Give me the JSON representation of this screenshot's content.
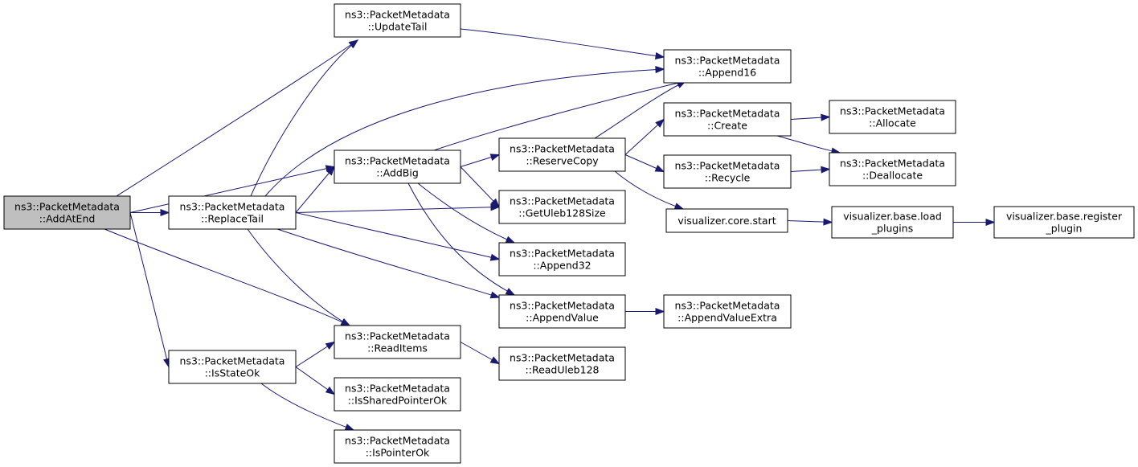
{
  "diagram": {
    "type": "call-graph",
    "colors": {
      "edge": "#191970",
      "node_fill": "#ffffff",
      "root_fill": "#bfbfbf",
      "node_border": "#000000"
    },
    "nodes": [
      {
        "id": "addatend",
        "lines": [
          "ns3::PacketMetadata",
          "::AddAtEnd"
        ],
        "root": true
      },
      {
        "id": "replacetail",
        "lines": [
          "ns3::PacketMetadata",
          "::ReplaceTail"
        ]
      },
      {
        "id": "isstateok",
        "lines": [
          "ns3::PacketMetadata",
          "::IsStateOk"
        ]
      },
      {
        "id": "updatetail",
        "lines": [
          "ns3::PacketMetadata",
          "::UpdateTail"
        ]
      },
      {
        "id": "addbig",
        "lines": [
          "ns3::PacketMetadata",
          "::AddBig"
        ]
      },
      {
        "id": "readitems",
        "lines": [
          "ns3::PacketMetadata",
          "::ReadItems"
        ]
      },
      {
        "id": "issharedpointerok",
        "lines": [
          "ns3::PacketMetadata",
          "::IsSharedPointerOk"
        ]
      },
      {
        "id": "ispointerok",
        "lines": [
          "ns3::PacketMetadata",
          "::IsPointerOk"
        ]
      },
      {
        "id": "reservecopy",
        "lines": [
          "ns3::PacketMetadata",
          "::ReserveCopy"
        ]
      },
      {
        "id": "getuleb128size",
        "lines": [
          "ns3::PacketMetadata",
          "::GetUleb128Size"
        ]
      },
      {
        "id": "append32",
        "lines": [
          "ns3::PacketMetadata",
          "::Append32"
        ]
      },
      {
        "id": "appendvalue",
        "lines": [
          "ns3::PacketMetadata",
          "::AppendValue"
        ]
      },
      {
        "id": "readuleb128",
        "lines": [
          "ns3::PacketMetadata",
          "::ReadUleb128"
        ]
      },
      {
        "id": "append16",
        "lines": [
          "ns3::PacketMetadata",
          "::Append16"
        ]
      },
      {
        "id": "create",
        "lines": [
          "ns3::PacketMetadata",
          "::Create"
        ]
      },
      {
        "id": "recycle",
        "lines": [
          "ns3::PacketMetadata",
          "::Recycle"
        ]
      },
      {
        "id": "vcorestart",
        "lines": [
          "visualizer.core.start"
        ]
      },
      {
        "id": "appendvalueextra",
        "lines": [
          "ns3::PacketMetadata",
          "::AppendValueExtra"
        ]
      },
      {
        "id": "allocate",
        "lines": [
          "ns3::PacketMetadata",
          "::Allocate"
        ]
      },
      {
        "id": "deallocate",
        "lines": [
          "ns3::PacketMetadata",
          "::Deallocate"
        ]
      },
      {
        "id": "loadplugins",
        "lines": [
          "visualizer.base.load",
          "_plugins"
        ]
      },
      {
        "id": "registerplugin",
        "lines": [
          "visualizer.base.register",
          "_plugin"
        ]
      }
    ],
    "edges": [
      {
        "from": "addatend",
        "to": "updatetail"
      },
      {
        "from": "addatend",
        "to": "addbig"
      },
      {
        "from": "addatend",
        "to": "replacetail"
      },
      {
        "from": "addatend",
        "to": "readitems"
      },
      {
        "from": "addatend",
        "to": "isstateok"
      },
      {
        "from": "replacetail",
        "to": "updatetail"
      },
      {
        "from": "replacetail",
        "to": "append16"
      },
      {
        "from": "replacetail",
        "to": "addbig"
      },
      {
        "from": "replacetail",
        "to": "getuleb128size"
      },
      {
        "from": "replacetail",
        "to": "append32"
      },
      {
        "from": "replacetail",
        "to": "appendvalue"
      },
      {
        "from": "replacetail",
        "to": "readitems"
      },
      {
        "from": "isstateok",
        "to": "readitems"
      },
      {
        "from": "isstateok",
        "to": "issharedpointerok"
      },
      {
        "from": "isstateok",
        "to": "ispointerok"
      },
      {
        "from": "updatetail",
        "to": "append16"
      },
      {
        "from": "addbig",
        "to": "append16"
      },
      {
        "from": "addbig",
        "to": "reservecopy"
      },
      {
        "from": "addbig",
        "to": "getuleb128size"
      },
      {
        "from": "addbig",
        "to": "append32"
      },
      {
        "from": "addbig",
        "to": "appendvalue"
      },
      {
        "from": "readitems",
        "to": "readuleb128"
      },
      {
        "from": "reservecopy",
        "to": "append16"
      },
      {
        "from": "reservecopy",
        "to": "create"
      },
      {
        "from": "reservecopy",
        "to": "recycle"
      },
      {
        "from": "reservecopy",
        "to": "vcorestart"
      },
      {
        "from": "appendvalue",
        "to": "appendvalueextra"
      },
      {
        "from": "create",
        "to": "allocate"
      },
      {
        "from": "create",
        "to": "deallocate"
      },
      {
        "from": "recycle",
        "to": "deallocate"
      },
      {
        "from": "vcorestart",
        "to": "loadplugins"
      },
      {
        "from": "loadplugins",
        "to": "registerplugin"
      }
    ]
  }
}
